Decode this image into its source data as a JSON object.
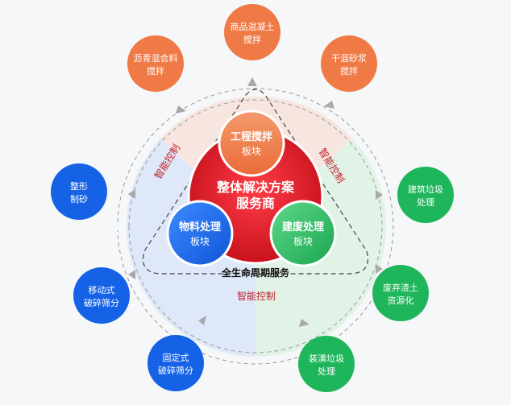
{
  "center": {
    "line1": "整体解决方案",
    "line2": "服务商"
  },
  "blocks": {
    "engineering": {
      "line1": "工程搅拌",
      "line2": "板块"
    },
    "materials": {
      "line1": "物料处理",
      "line2": "板块"
    },
    "waste": {
      "line1": "建废处理",
      "line2": "板块"
    }
  },
  "lifecycle_label": "全生命周期服务",
  "ring_labels": {
    "top_left": "智能控制",
    "top_right": "智能控制",
    "bottom": "智能控制"
  },
  "outer_nodes": {
    "commercial_concrete": {
      "line1": "商品混凝土",
      "line2": "搅拌"
    },
    "asphalt": {
      "line1": "沥青混合料",
      "line2": "搅拌"
    },
    "dry_mortar": {
      "line1": "干混砂浆",
      "line2": "搅拌"
    },
    "shaping_sand": {
      "line1": "整形",
      "line2": "制砂"
    },
    "mobile_crushing": {
      "line1": "移动式",
      "line2": "破碎筛分"
    },
    "fixed_crushing": {
      "line1": "固定式",
      "line2": "破碎筛分"
    },
    "construction_waste": {
      "line1": "建筑垃圾",
      "line2": "处理"
    },
    "slag_resource": {
      "line1": "废弃渣土",
      "line2": "资源化"
    },
    "decoration_waste": {
      "line1": "装潢垃圾",
      "line2": "处理"
    }
  },
  "colors": {
    "orange": "#f07a45",
    "blue": "#1662e6",
    "green": "#1fb55a",
    "red": "#d81f2a",
    "ring_label": "#c0202a"
  }
}
